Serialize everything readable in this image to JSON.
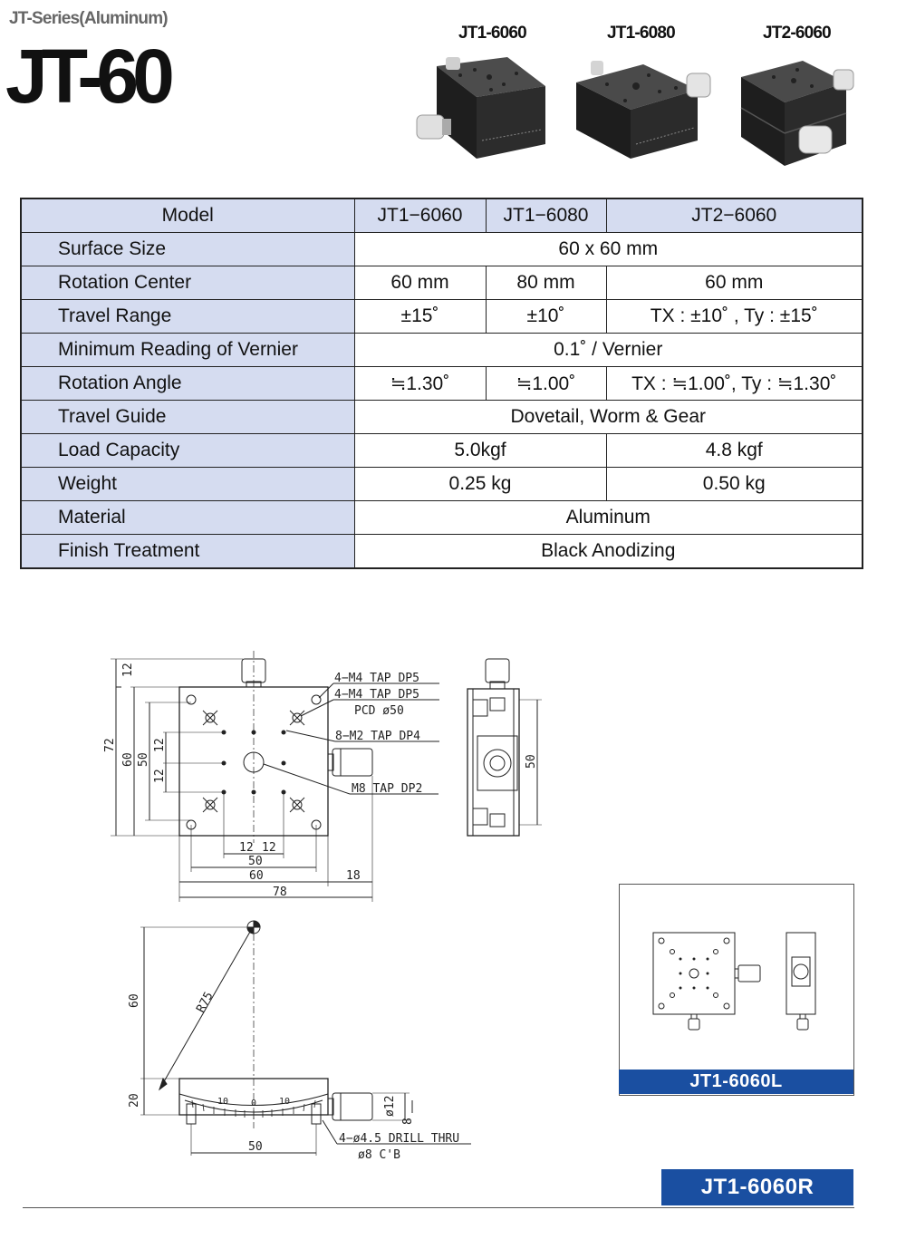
{
  "header": {
    "series": "JT-Series(Aluminum)",
    "title": "JT-60"
  },
  "products": [
    {
      "label": "JT1-6060"
    },
    {
      "label": "JT1-6080"
    },
    {
      "label": "JT2-6060"
    }
  ],
  "spec_table": {
    "header": {
      "label": "Model",
      "cols": [
        "JT1−6060",
        "JT1−6080",
        "JT2−6060"
      ]
    },
    "rows": {
      "surface_size": {
        "label": "Surface Size",
        "all": "60 x 60 mm"
      },
      "rotation_center": {
        "label": "Rotation Center",
        "c1": "60 mm",
        "c2": "80 mm",
        "c3": "60 mm"
      },
      "travel_range": {
        "label": "Travel Range",
        "c1": "±15˚",
        "c2": "±10˚",
        "c3": "TX : ±10˚ , Ty : ±15˚"
      },
      "min_reading": {
        "label": "Minimum Reading of Vernier",
        "all": "0.1˚ / Vernier"
      },
      "rotation_angle": {
        "label": "Rotation Angle",
        "c1": "≒1.30˚",
        "c2": "≒1.00˚",
        "c3": "TX : ≒1.00˚, Ty : ≒1.30˚"
      },
      "travel_guide": {
        "label": "Travel Guide",
        "all": "Dovetail, Worm & Gear"
      },
      "load_capacity": {
        "label": "Load Capacity",
        "c12": "5.0kgf",
        "c3": "4.8 kgf"
      },
      "weight": {
        "label": "Weight",
        "c12": "0.25 kg",
        "c3": "0.50 kg"
      },
      "material": {
        "label": "Material",
        "all": "Aluminum"
      },
      "finish": {
        "label": "Finish Treatment",
        "all": "Black Anodizing"
      }
    }
  },
  "drawing_top": {
    "callouts": {
      "m4_tap": "4−M4 TAP DP5",
      "m4_tap_pcd": "4−M4 TAP DP5",
      "pcd": "PCD ø50",
      "m2_tap": "8−M2 TAP DP4",
      "m8_tap": "M8 TAP DP2"
    },
    "dims": {
      "d12_top": "12",
      "d72": "72",
      "d60_v": "60",
      "d50_v": "50",
      "d12_v1": "12",
      "d12_v2": "12",
      "d12_h1": "12",
      "d12_h2": "12",
      "d50_h": "50",
      "d60_h": "60",
      "d18_h": "18",
      "d78_h": "78",
      "side_50": "50"
    }
  },
  "drawing_front": {
    "dims": {
      "d60": "60",
      "r75": "R75",
      "d20": "20",
      "d50": "50",
      "d12": "ø12",
      "d8": "8"
    },
    "scale": {
      "left": "10",
      "center": "0",
      "right": "10"
    },
    "callouts": {
      "drill": "4−ø4.5 DRILL THRU",
      "cb": "ø8 C'B"
    }
  },
  "variants": {
    "left": "JT1-6060L",
    "right": "JT1-6060R"
  },
  "colors": {
    "label_bg": "#d5dcf0",
    "banner": "#1a4fa1"
  }
}
